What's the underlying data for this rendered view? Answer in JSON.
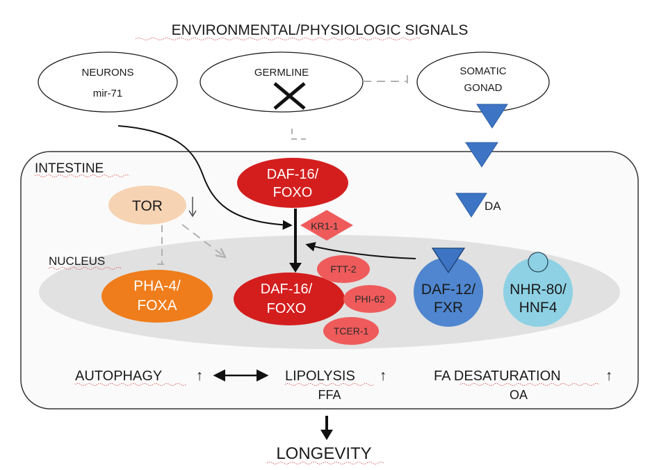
{
  "title": "ENVIRONMENTAL/PHYSIOLOGIC SIGNALS",
  "signals": {
    "neurons": {
      "line1": "NEURONS",
      "line2": "mir-71"
    },
    "germline": {
      "label": "GERMLINE"
    },
    "somatic_gonad": {
      "line1": "SOMATIC",
      "line2": "GONAD"
    }
  },
  "intestine": {
    "label": "INTESTINE",
    "daf16_cyto": {
      "line1": "DAF-16/",
      "line2": "FOXO"
    },
    "tor": "TOR",
    "kr1": "KR1-1",
    "da": "DA"
  },
  "nucleus": {
    "label": "NUCLEUS",
    "pha4": {
      "line1": "PHA-4/",
      "line2": "FOXA"
    },
    "daf16_nuc": {
      "line1": "DAF-16/",
      "line2": "FOXO"
    },
    "cofactors": [
      "FTT-2",
      "PHI-62",
      "TCER-1"
    ],
    "daf12": {
      "line1": "DAF-12/",
      "line2": "FXR"
    },
    "nhr80": {
      "line1": "NHR-80/",
      "line2": "HNF4"
    }
  },
  "outputs": {
    "autophagy": "AUTOPHAGY",
    "lipolysis": "LIPOLYSIS",
    "ffa": "FFA",
    "fa_desat": "FA DESATURATION",
    "oa": "OA",
    "up_arrow": "↑"
  },
  "result": "LONGEVITY",
  "colors": {
    "dark_red": "#d41e1e",
    "light_red": "#ef5b5b",
    "orange": "#ef7d1b",
    "peach": "#f6d3b3",
    "blue": "#4f86cf",
    "light_blue": "#8ed1e4",
    "triangle_blue": "#3d74c4",
    "nucleus_gray": "#e1e1e1",
    "dashed_gray": "#b0b0b0"
  }
}
